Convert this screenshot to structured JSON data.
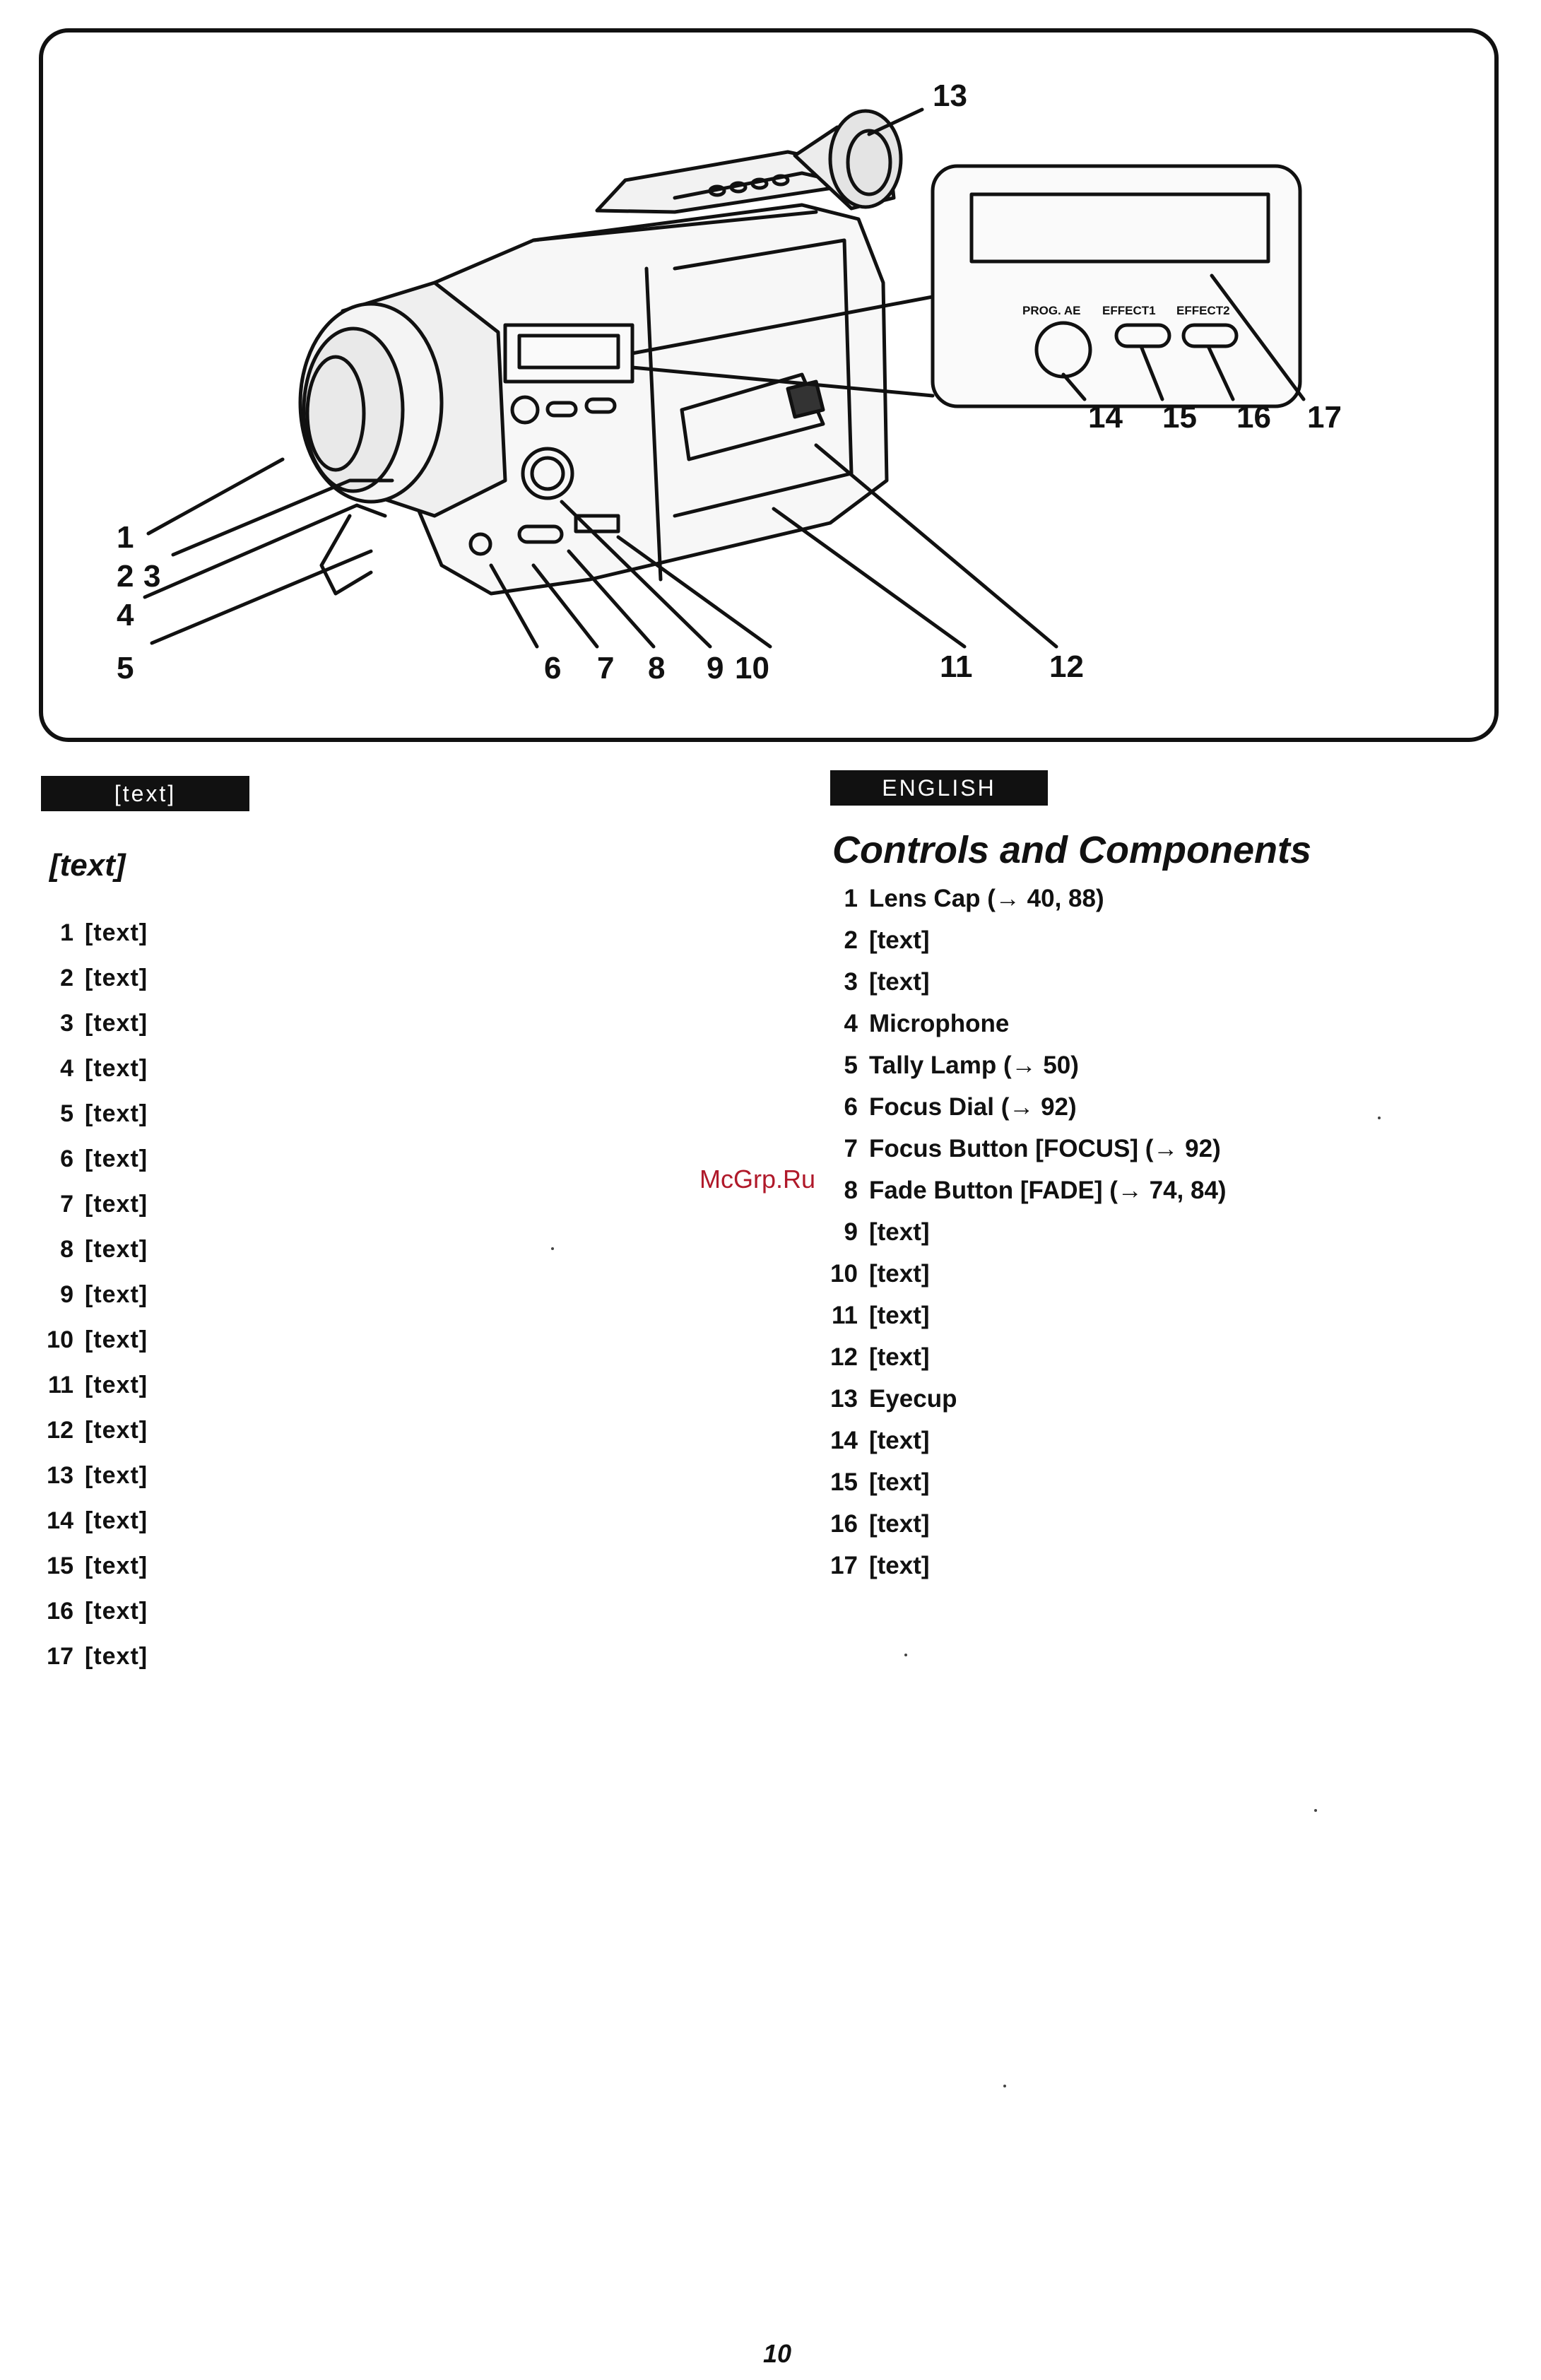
{
  "diagram": {
    "callouts": [
      "1",
      "2",
      "3",
      "4",
      "5",
      "6",
      "7",
      "8",
      "9",
      "10",
      "11",
      "12",
      "13",
      "14",
      "15",
      "16",
      "17"
    ],
    "panel_labels": {
      "prog_ae": "PROG. AE",
      "effect1": "EFFECT1",
      "effect2": "EFFECT2"
    }
  },
  "chinese": {
    "tag": "[text]",
    "heading": "[text]",
    "items": [
      {
        "num": "1",
        "text": "[text]"
      },
      {
        "num": "2",
        "text": "[text]"
      },
      {
        "num": "3",
        "text": "[text]"
      },
      {
        "num": "4",
        "text": "[text]"
      },
      {
        "num": "5",
        "text": "[text]"
      },
      {
        "num": "6",
        "text": "[text]"
      },
      {
        "num": "7",
        "text": "[text]"
      },
      {
        "num": "8",
        "text": "[text]"
      },
      {
        "num": "9",
        "text": "[text]"
      },
      {
        "num": "10",
        "text": "[text]"
      },
      {
        "num": "11",
        "text": "[text]"
      },
      {
        "num": "12",
        "text": "[text]"
      },
      {
        "num": "13",
        "text": "[text]"
      },
      {
        "num": "14",
        "text": "[text]"
      },
      {
        "num": "15",
        "text": "[text]"
      },
      {
        "num": "16",
        "text": "[text]"
      },
      {
        "num": "17",
        "text": "[text]"
      }
    ]
  },
  "english": {
    "tag": "ENGLISH",
    "heading": "Controls and Components",
    "items": [
      {
        "num": "1",
        "text": "Lens Cap (→ 40, 88)"
      },
      {
        "num": "2",
        "text": "[text]"
      },
      {
        "num": "3",
        "text": "[text]"
      },
      {
        "num": "4",
        "text": "Microphone"
      },
      {
        "num": "5",
        "text": "Tally Lamp (→ 50)"
      },
      {
        "num": "6",
        "text": "Focus Dial (→ 92)"
      },
      {
        "num": "7",
        "text": "Focus Button [FOCUS] (→ 92)"
      },
      {
        "num": "8",
        "text": "Fade Button [FADE] (→ 74, 84)"
      },
      {
        "num": "9",
        "text": "[text]"
      },
      {
        "num": "10",
        "text": "[text]"
      },
      {
        "num": "11",
        "text": "[text]"
      },
      {
        "num": "12",
        "text": "[text]"
      },
      {
        "num": "13",
        "text": "Eyecup"
      },
      {
        "num": "14",
        "text": "[text]"
      },
      {
        "num": "15",
        "text": "[text]"
      },
      {
        "num": "16",
        "text": "[text]"
      },
      {
        "num": "17",
        "text": "[text]"
      }
    ]
  },
  "watermark": "McGrp.Ru",
  "page_number": "10"
}
